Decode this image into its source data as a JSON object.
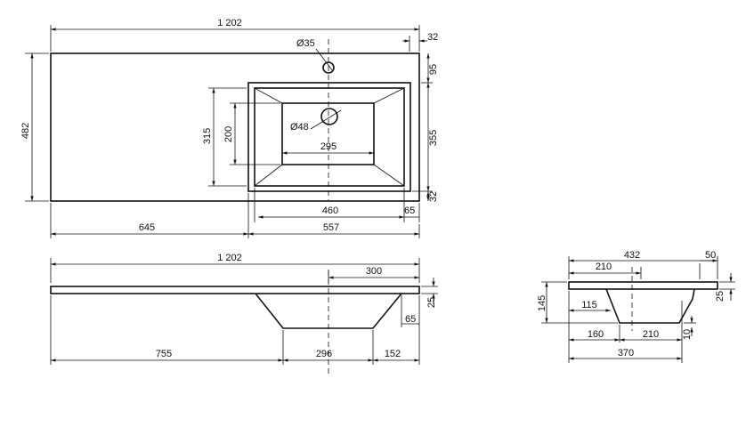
{
  "top_view": {
    "overall_width": "1 202",
    "right_margin": "32",
    "tap_hole": "Ø35",
    "drain_hole": "Ø48",
    "overall_depth": "482",
    "basin_outer_depth": "315",
    "basin_inner_depth": "200",
    "bowl_bottom_width": "295",
    "basin_top_offset": "95",
    "basin_depth_right": "355",
    "bottom_margin": "32",
    "basin_width": "460",
    "basin_right_offset": "65",
    "left_length": "645",
    "right_length": "557"
  },
  "front_view": {
    "overall_width": "1 202",
    "drain_offset": "300",
    "slab_thickness": "25",
    "bowl_right_offset": "65",
    "left_to_bowl": "755",
    "bowl_bottom": "296",
    "bowl_to_right": "152"
  },
  "side_view": {
    "overall_depth": "432",
    "front_margin": "50",
    "drain_center": "210",
    "height": "145",
    "slab_thickness": "25",
    "inner_offset": "115",
    "back_to_bowl": "160",
    "bowl_bottom": "210",
    "bottom_step": "10",
    "bowl_top_width": "370"
  }
}
